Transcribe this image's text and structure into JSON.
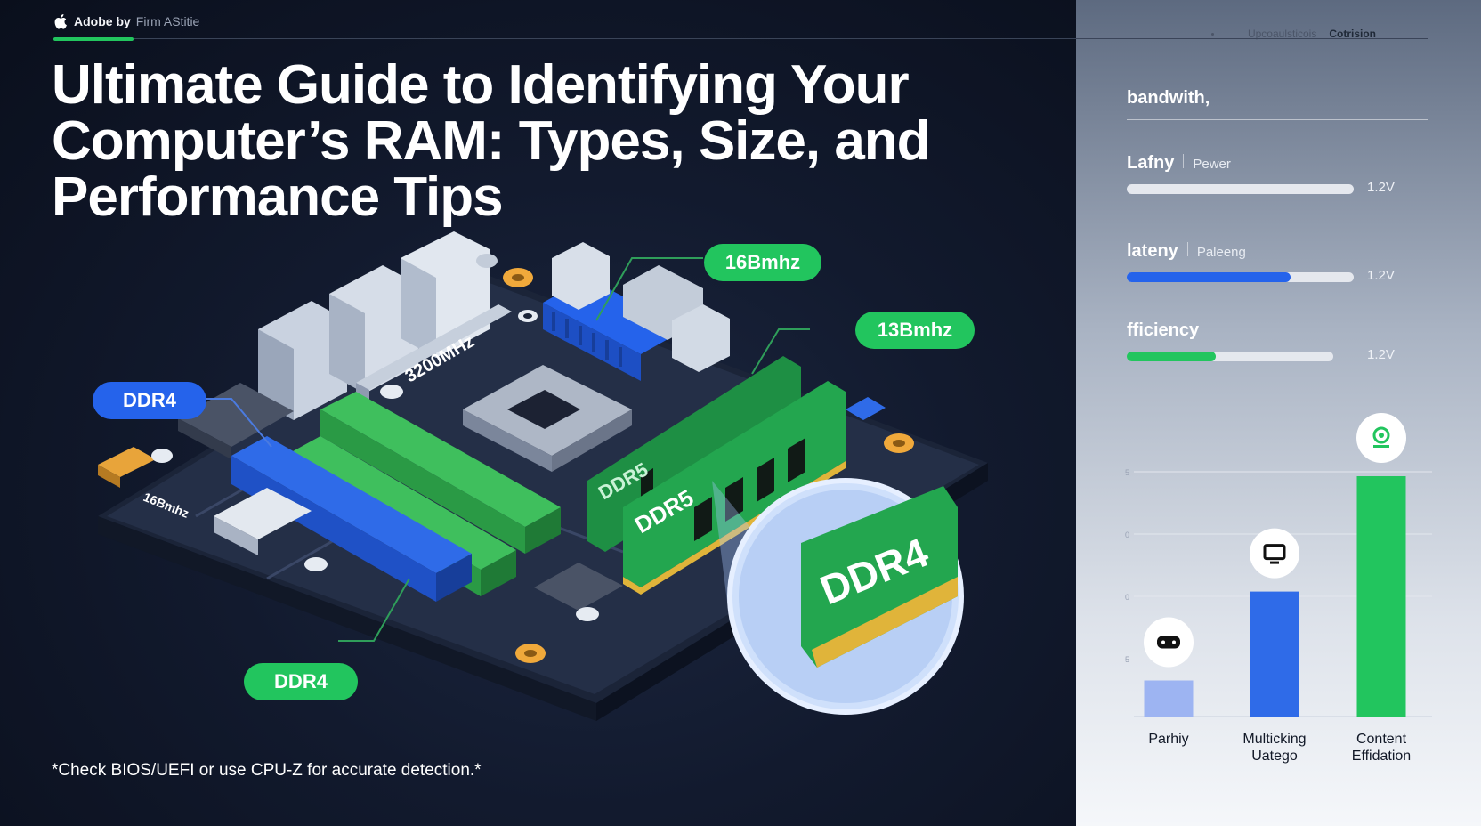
{
  "header": {
    "brand_main": "Adobe by",
    "brand_sub": "Firm AStitie",
    "nav_left": "Upcoaulsticois",
    "nav_right": "Cotrision"
  },
  "title": "Ultimate Guide to Identifying Your Computer’s RAM: Types, Size, and Performance Tips",
  "footnote": "*Check BIOS/UEFI or use CPU-Z for accurate detection.*",
  "illustration": {
    "callouts": {
      "top_green": "16Bmhz",
      "mid_green": "13Bmhz",
      "left_blue": "DDR4",
      "bottom_green": "DDR4"
    },
    "board_labels": {
      "speed": "3200MHz",
      "small": "16Bmhz",
      "stick_back": "DDR5",
      "stick_front": "DDR5",
      "magnified": "DDR4"
    }
  },
  "sidebar": {
    "heading": "bandwith,",
    "metrics": [
      {
        "name": "Lafny",
        "sub": "Pewer",
        "value": "1.2V",
        "fill": 0,
        "color": "#d8dde5"
      },
      {
        "name": "lateny",
        "sub": "Paleeng",
        "value": "1.2V",
        "fill": 0.72,
        "color": "#2563eb"
      },
      {
        "name": "fficiency",
        "sub": "",
        "value": "1.2V",
        "fill": 0.43,
        "color": "#22c55e"
      }
    ],
    "chart": {
      "y_ticks": [
        "5",
        "0",
        "0",
        "5"
      ],
      "categories": [
        {
          "label": "Parhiy",
          "value": 0.15,
          "color": "#9db4f2",
          "icon": "gamepad-icon"
        },
        {
          "label": "Multicking\nUatego",
          "value": 0.52,
          "color": "#2f6be8",
          "icon": "monitor-icon"
        },
        {
          "label": "Content\nEffidation",
          "value": 1.0,
          "color": "#22c55e",
          "icon": "location-icon"
        }
      ]
    }
  },
  "colors": {
    "accent_green": "#22c55e",
    "accent_blue": "#2563eb",
    "panel_dark": "#121a2e"
  }
}
